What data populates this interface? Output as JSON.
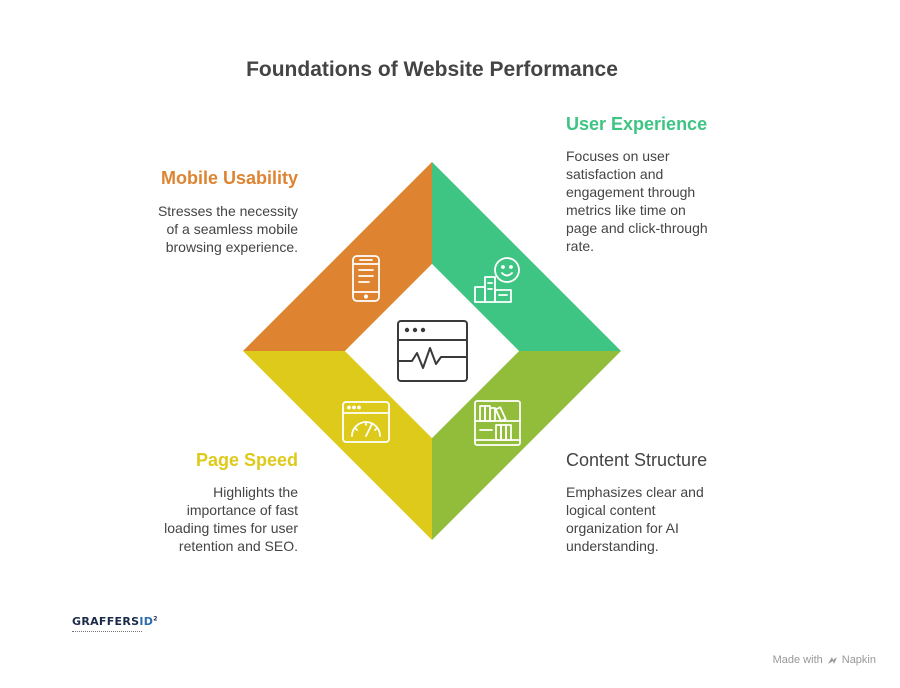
{
  "title": "Foundations of Website Performance",
  "sections": {
    "mobile_usability": {
      "heading": "Mobile Usability",
      "lines": [
        "Stresses the necessity",
        "of a seamless mobile",
        "browsing experience."
      ],
      "color": "#DE8431",
      "icon": "smartphone-icon"
    },
    "user_experience": {
      "heading": "User Experience",
      "lines": [
        "Focuses on user",
        "satisfaction and",
        "engagement through",
        "metrics like time on",
        "page and click-through",
        "rate."
      ],
      "color": "#3EC483",
      "icon": "smiley-user-icon"
    },
    "page_speed": {
      "heading": "Page Speed",
      "lines": [
        "Highlights the",
        "importance of fast",
        "loading times for user",
        "retention and SEO."
      ],
      "color": "#DECA1A",
      "icon": "speedometer-browser-icon"
    },
    "content_structure": {
      "heading": "Content Structure",
      "lines": [
        "Emphasizes clear and",
        "logical content",
        "organization for AI",
        "understanding."
      ],
      "color": "#92BD3A",
      "heading_color": "#444444",
      "icon": "bookshelf-icon"
    }
  },
  "center_icon": "browser-pulse-icon",
  "footer": {
    "logo_text": "GRAFFERS",
    "logo_accent": "ID",
    "credit_prefix": "Made with",
    "credit_brand": "Napkin"
  }
}
